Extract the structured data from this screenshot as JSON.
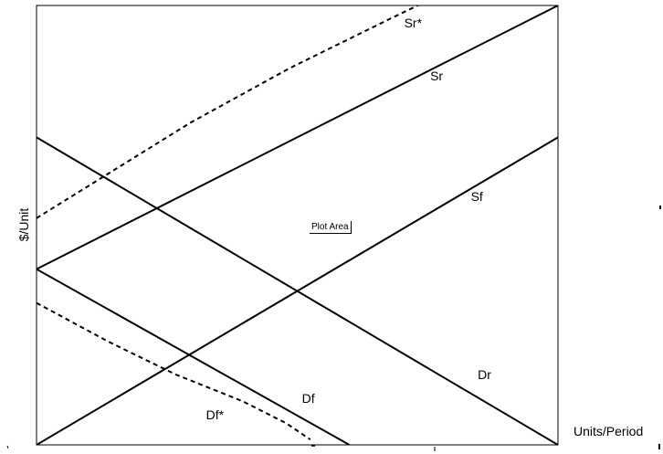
{
  "chart_data": {
    "type": "line",
    "title": "",
    "xlabel": "Units/Period",
    "ylabel": "$/Unit",
    "xlim": [
      0,
      100
    ],
    "ylim": [
      0,
      100
    ],
    "grid": false,
    "legend": "none",
    "tooltip": "Plot Area",
    "series": [
      {
        "name": "Sr*",
        "style": "dashed",
        "color": "#000000",
        "x": [
          0,
          29.5,
          48.5,
          67.5,
          75.7,
          80.2,
          90.9,
          100
        ],
        "y": [
          51.6,
          73.3,
          85.7,
          96.8,
          101.5,
          103.9,
          109.4,
          114
        ]
      },
      {
        "name": "Sr",
        "style": "solid",
        "color": "#000000",
        "x": [
          0,
          100
        ],
        "y": [
          40,
          100
        ]
      },
      {
        "name": "Sf",
        "style": "solid",
        "color": "#000000",
        "x": [
          0,
          100
        ],
        "y": [
          0,
          70
        ]
      },
      {
        "name": "Dr",
        "style": "solid",
        "color": "#000000",
        "x": [
          0,
          100
        ],
        "y": [
          70,
          0
        ]
      },
      {
        "name": "Df",
        "style": "solid",
        "color": "#000000",
        "x": [
          0,
          60
        ],
        "y": [
          40,
          0
        ]
      },
      {
        "name": "Df*",
        "style": "dashed",
        "color": "#000000",
        "x": [
          0,
          13.6,
          26.7,
          39.6,
          47.9,
          52.5
        ],
        "y": [
          32.3,
          23.6,
          16.0,
          9.9,
          4.9,
          1.2
        ]
      }
    ],
    "annotations": [
      {
        "text": "Sr*",
        "x": 70.5,
        "y": 95
      },
      {
        "text": "Sr",
        "x": 75.5,
        "y": 83
      },
      {
        "text": "Sf",
        "x": 83.3,
        "y": 55.5
      },
      {
        "text": "Dr",
        "x": 84.6,
        "y": 15
      },
      {
        "text": "Df",
        "x": 50.9,
        "y": 9.6
      },
      {
        "text": "Df*",
        "x": 32.5,
        "y": 5.8
      }
    ]
  }
}
